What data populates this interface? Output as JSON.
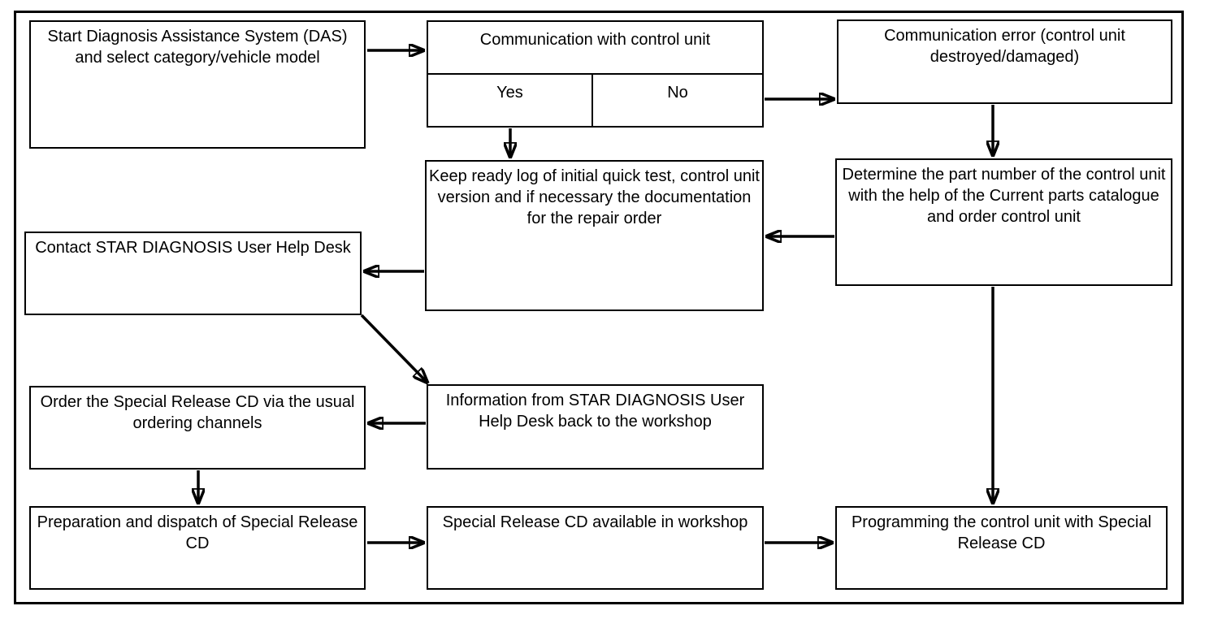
{
  "diagram": {
    "title": "Control unit diagnosis / Special Release CD flowchart",
    "colors": {
      "line": "#000000",
      "background": "#ffffff",
      "text": "#000000"
    },
    "nodes": {
      "start_das": {
        "text": "Start Diagnosis Assistance System (DAS) and select category/vehicle model"
      },
      "communication_check": {
        "text": "Communication with control unit",
        "yes_label": "Yes",
        "no_label": "No"
      },
      "communication_error": {
        "text": "Communication error (control unit destroyed/damaged)"
      },
      "keep_ready_log": {
        "text": "Keep ready log of initial quick test, control unit version and if necessary the documentation for the repair order"
      },
      "determine_part_number": {
        "text": "Determine the part number of the control unit with the help of the Current parts catalogue and order control unit"
      },
      "contact_user_help_desk": {
        "text": "Contact STAR DIAGNOSIS User Help Desk"
      },
      "info_back_to_workshop": {
        "text": "Information from STAR DIAGNOSIS User Help Desk back to the workshop"
      },
      "order_special_release_cd": {
        "text": "Order the Special Release CD via the usual ordering channels"
      },
      "preparation_dispatch_cd": {
        "text": "Preparation and dispatch of Special Release CD"
      },
      "cd_available_workshop": {
        "text": "Special Release CD available in workshop"
      },
      "programming_control_unit": {
        "text": "Programming the control unit with Special Release CD"
      }
    },
    "edges": [
      {
        "from": "start_das",
        "to": "communication_check"
      },
      {
        "from": "communication_check",
        "port": "No",
        "to": "communication_error"
      },
      {
        "from": "communication_check",
        "port": "Yes",
        "to": "keep_ready_log"
      },
      {
        "from": "communication_error",
        "to": "determine_part_number"
      },
      {
        "from": "determine_part_number",
        "to": "keep_ready_log"
      },
      {
        "from": "keep_ready_log",
        "to": "contact_user_help_desk"
      },
      {
        "from": "contact_user_help_desk",
        "to": "info_back_to_workshop"
      },
      {
        "from": "info_back_to_workshop",
        "to": "order_special_release_cd"
      },
      {
        "from": "order_special_release_cd",
        "to": "preparation_dispatch_cd"
      },
      {
        "from": "preparation_dispatch_cd",
        "to": "cd_available_workshop"
      },
      {
        "from": "cd_available_workshop",
        "to": "programming_control_unit"
      },
      {
        "from": "determine_part_number",
        "to": "programming_control_unit"
      }
    ]
  }
}
